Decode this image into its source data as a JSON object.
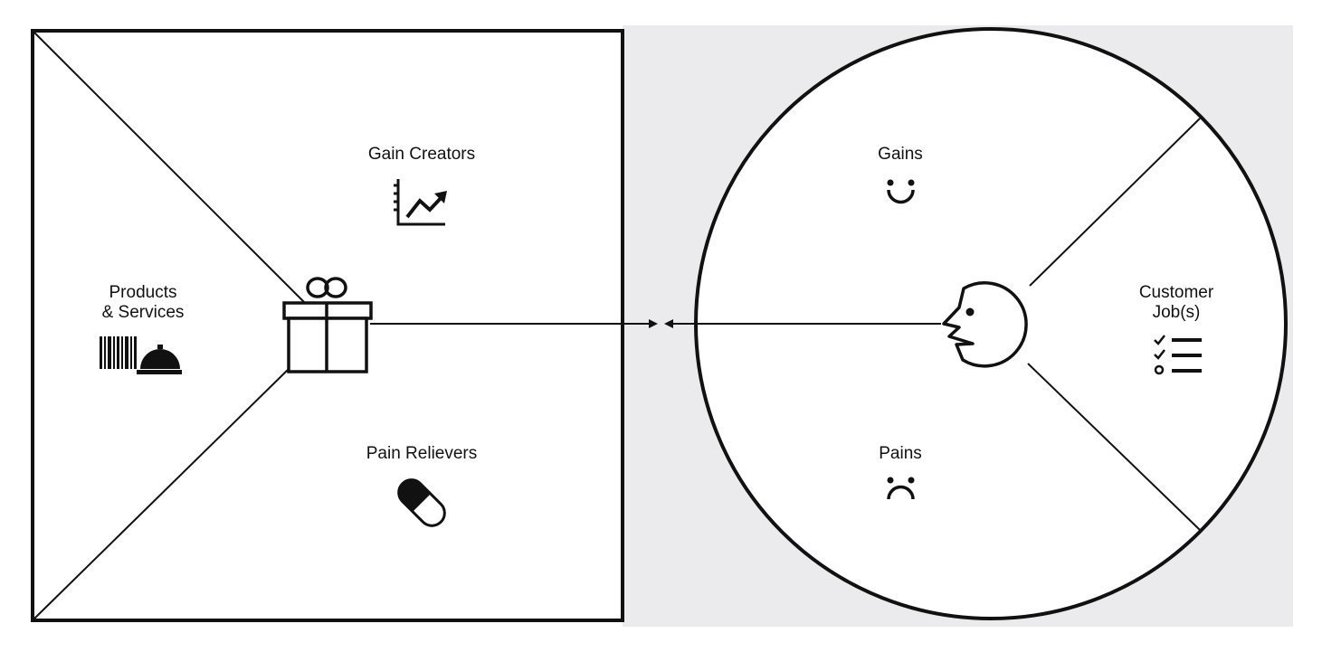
{
  "colors": {
    "background": "#ffffff",
    "panel": "#ebebed",
    "stroke": "#111111"
  },
  "value_map": {
    "gain_creators": "Gain Creators",
    "products_services_line1": "Products",
    "products_services_line2": "& Services",
    "pain_relievers": "Pain Relievers"
  },
  "customer_profile": {
    "gains": "Gains",
    "pains": "Pains",
    "customer_jobs_line1": "Customer",
    "customer_jobs_line2": "Job(s)"
  },
  "icons": {
    "gain_creators": "growth-chart-icon",
    "products_services": "barcode-cloche-icon",
    "pain_relievers": "pill-icon",
    "value_proposition": "gift-icon",
    "gains": "smiley-icon",
    "pains": "frown-icon",
    "customer_jobs": "checklist-icon",
    "customer": "face-profile-icon"
  }
}
